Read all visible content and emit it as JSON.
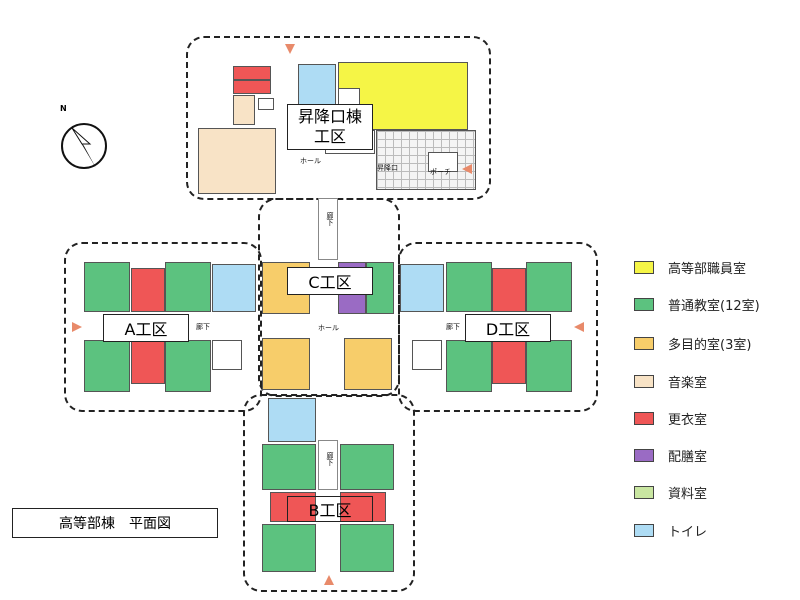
{
  "legend": {
    "colors": {
      "staff": "#f5f546",
      "classroom": "#5cc27f",
      "multi": "#f7cd6a",
      "music": "#f8e3c6",
      "locker": "#ef5656",
      "serving": "#9a6bc4",
      "materials": "#c9e6a1",
      "toilet": "#aedcf4"
    },
    "items": [
      {
        "label": "高等部職員室",
        "color_key": "staff"
      },
      {
        "label": "普通教室(12室)",
        "color_key": "classroom"
      },
      {
        "label": "多目的室(3室)",
        "color_key": "multi"
      },
      {
        "label": "音楽室",
        "color_key": "music"
      },
      {
        "label": "更衣室",
        "color_key": "locker"
      },
      {
        "label": "配膳室",
        "color_key": "serving"
      },
      {
        "label": "資料室",
        "color_key": "materials"
      },
      {
        "label": "トイレ",
        "color_key": "toilet"
      }
    ]
  },
  "title_box": {
    "text": "高等部棟　平面図"
  },
  "compass": {
    "letter": "N"
  },
  "zones": {
    "entrance": {
      "label_line1": "昇降口棟",
      "label_line2": "工区",
      "hall": "ホール",
      "entrance": "昇降口",
      "porch": "ポーチ"
    },
    "c": {
      "label": "C工区",
      "hall": "ホール",
      "corridor": "廊下"
    },
    "a": {
      "label": "A工区",
      "corridor": "廊下"
    },
    "d": {
      "label": "D工区",
      "corridor": "廊下"
    },
    "b": {
      "label": "B工区",
      "corridor": "廊下"
    }
  }
}
